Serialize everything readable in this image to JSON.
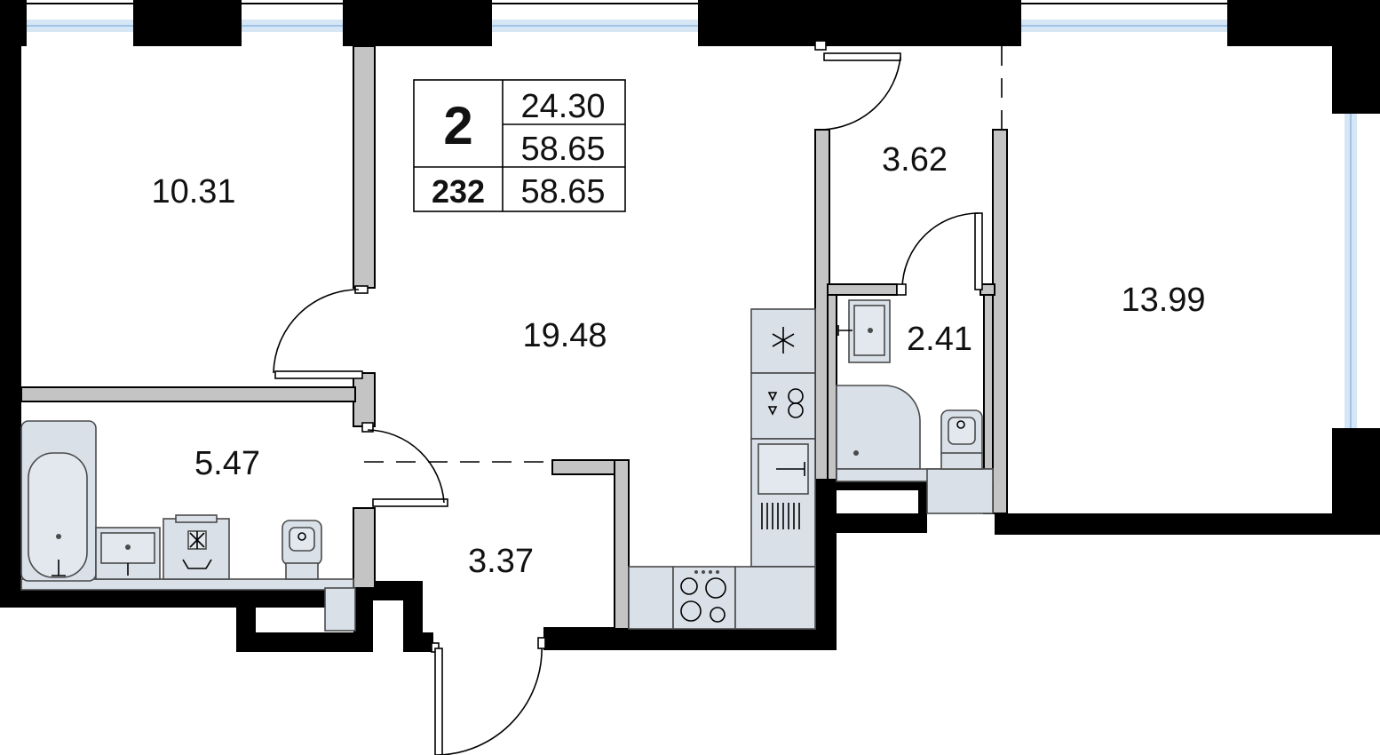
{
  "plan": {
    "rooms_count": "2",
    "apartment_number": "232",
    "living_area": "24.30",
    "total_area": "58.65",
    "total_area_with_balcony": "58.65",
    "rooms": [
      {
        "id": "bedroom-left",
        "area": "10.31"
      },
      {
        "id": "living-kitchen",
        "area": "19.48"
      },
      {
        "id": "hall-entrance",
        "area": "3.62"
      },
      {
        "id": "bedroom-right",
        "area": "13.99"
      },
      {
        "id": "bathroom-small",
        "area": "2.41"
      },
      {
        "id": "bathroom-large",
        "area": "5.47"
      },
      {
        "id": "corridor",
        "area": "3.37"
      }
    ]
  },
  "colors": {
    "wall": "#000000",
    "partition": "#c4c4c4",
    "fixture": "#d9e0e8",
    "window": "#9fc4e6"
  }
}
